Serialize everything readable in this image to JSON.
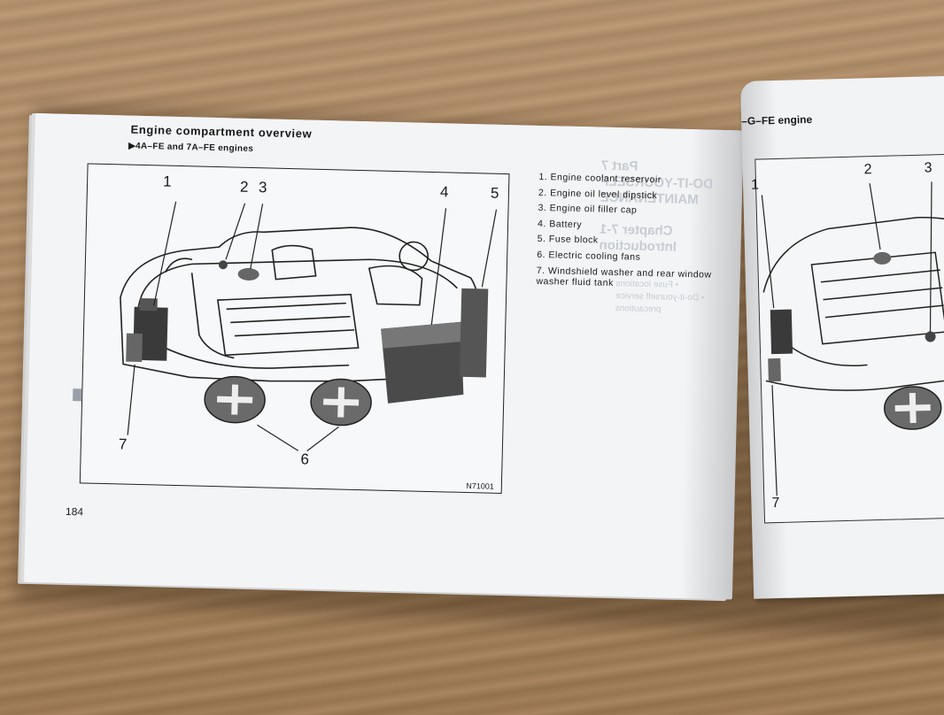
{
  "left_page": {
    "title": "Engine compartment overview",
    "subtitle": "▶4A–FE and 7A–FE engines",
    "legend": [
      "1. Engine coolant reservoir",
      "2. Engine oil level dipstick",
      "3. Engine oil filler cap",
      "4. Battery",
      "5. Fuse block",
      "6. Electric cooling fans",
      "7. Windshield washer and rear window washer fluid tank"
    ],
    "callouts": [
      "1",
      "2",
      "3",
      "4",
      "5",
      "6",
      "7"
    ],
    "figure_code": "N71001",
    "page_number": "184"
  },
  "right_page": {
    "title": "–G–FE engine",
    "callouts": [
      "1",
      "2",
      "3",
      "7"
    ]
  },
  "colors": {
    "wood": "#a98359",
    "paper": "#f3f4f6",
    "ink": "#1a1a1a",
    "tab_gray": "#9aa0a8"
  }
}
